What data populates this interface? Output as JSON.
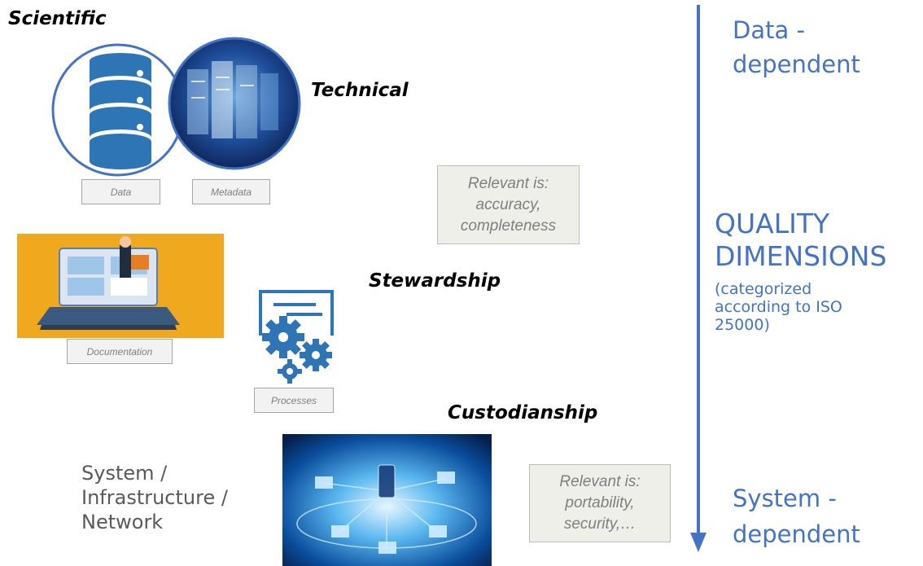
{
  "headings": {
    "scientific": "Scientific",
    "technical": "Technical",
    "stewardship": "Stewardship",
    "custodianship": "Custodianship"
  },
  "captions": {
    "data": "Data",
    "metadata": "Metadata",
    "documentation": "Documentation",
    "processes": "Processes"
  },
  "notes": {
    "top": [
      "Relevant is:",
      "accuracy,",
      "completeness"
    ],
    "bottom": [
      "Relevant is:",
      "portability,",
      "security,…"
    ]
  },
  "right_axis": {
    "top_label": [
      "Data -",
      "dependent"
    ],
    "center_title": [
      "QUALITY",
      "DIMENSIONS"
    ],
    "center_subtitle": [
      "(categorized",
      "according to ISO",
      "25000)"
    ],
    "bottom_label": [
      "System -",
      "dependent"
    ]
  },
  "system_label": [
    "System /",
    "Infrastructure /",
    "Network"
  ],
  "colors": {
    "accent": "#4472c4",
    "orange": "#f0a81e",
    "gear_blue": "#2e75b6"
  }
}
